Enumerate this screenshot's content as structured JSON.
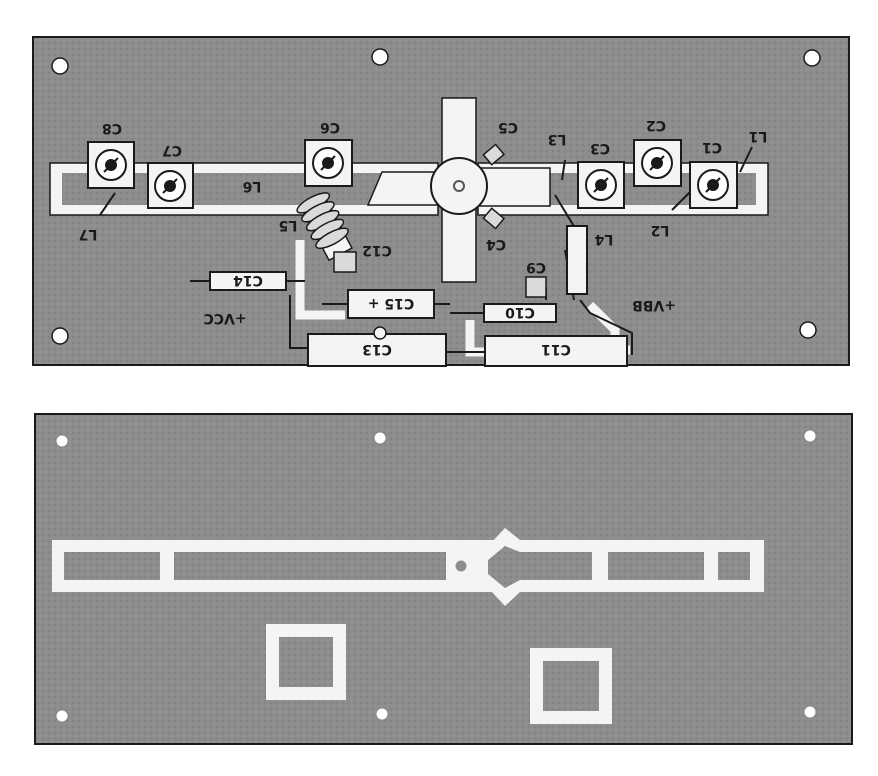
{
  "colors": {
    "board": "#8d8d8d",
    "trace": "#f4f4f2",
    "outline": "#1a1a1a",
    "pad": "#dadada",
    "background": "#ffffff"
  },
  "top_board": {
    "labels": {
      "c1": "C1",
      "c2": "C2",
      "c3": "C3",
      "c4": "C4",
      "c5": "C5",
      "c6": "C6",
      "c7": "C7",
      "c8": "C8",
      "c9": "C9",
      "c10": "C10",
      "c11": "C11",
      "c12": "C12",
      "c13": "C13",
      "c14": "C14",
      "c15": "C15 +",
      "l1": "L1",
      "l2": "L2",
      "l3": "L3",
      "l4": "L4",
      "l5": "L5",
      "l6": "L6",
      "l7": "L7",
      "vcc": "+VCC",
      "vbb": "+VBB"
    }
  }
}
